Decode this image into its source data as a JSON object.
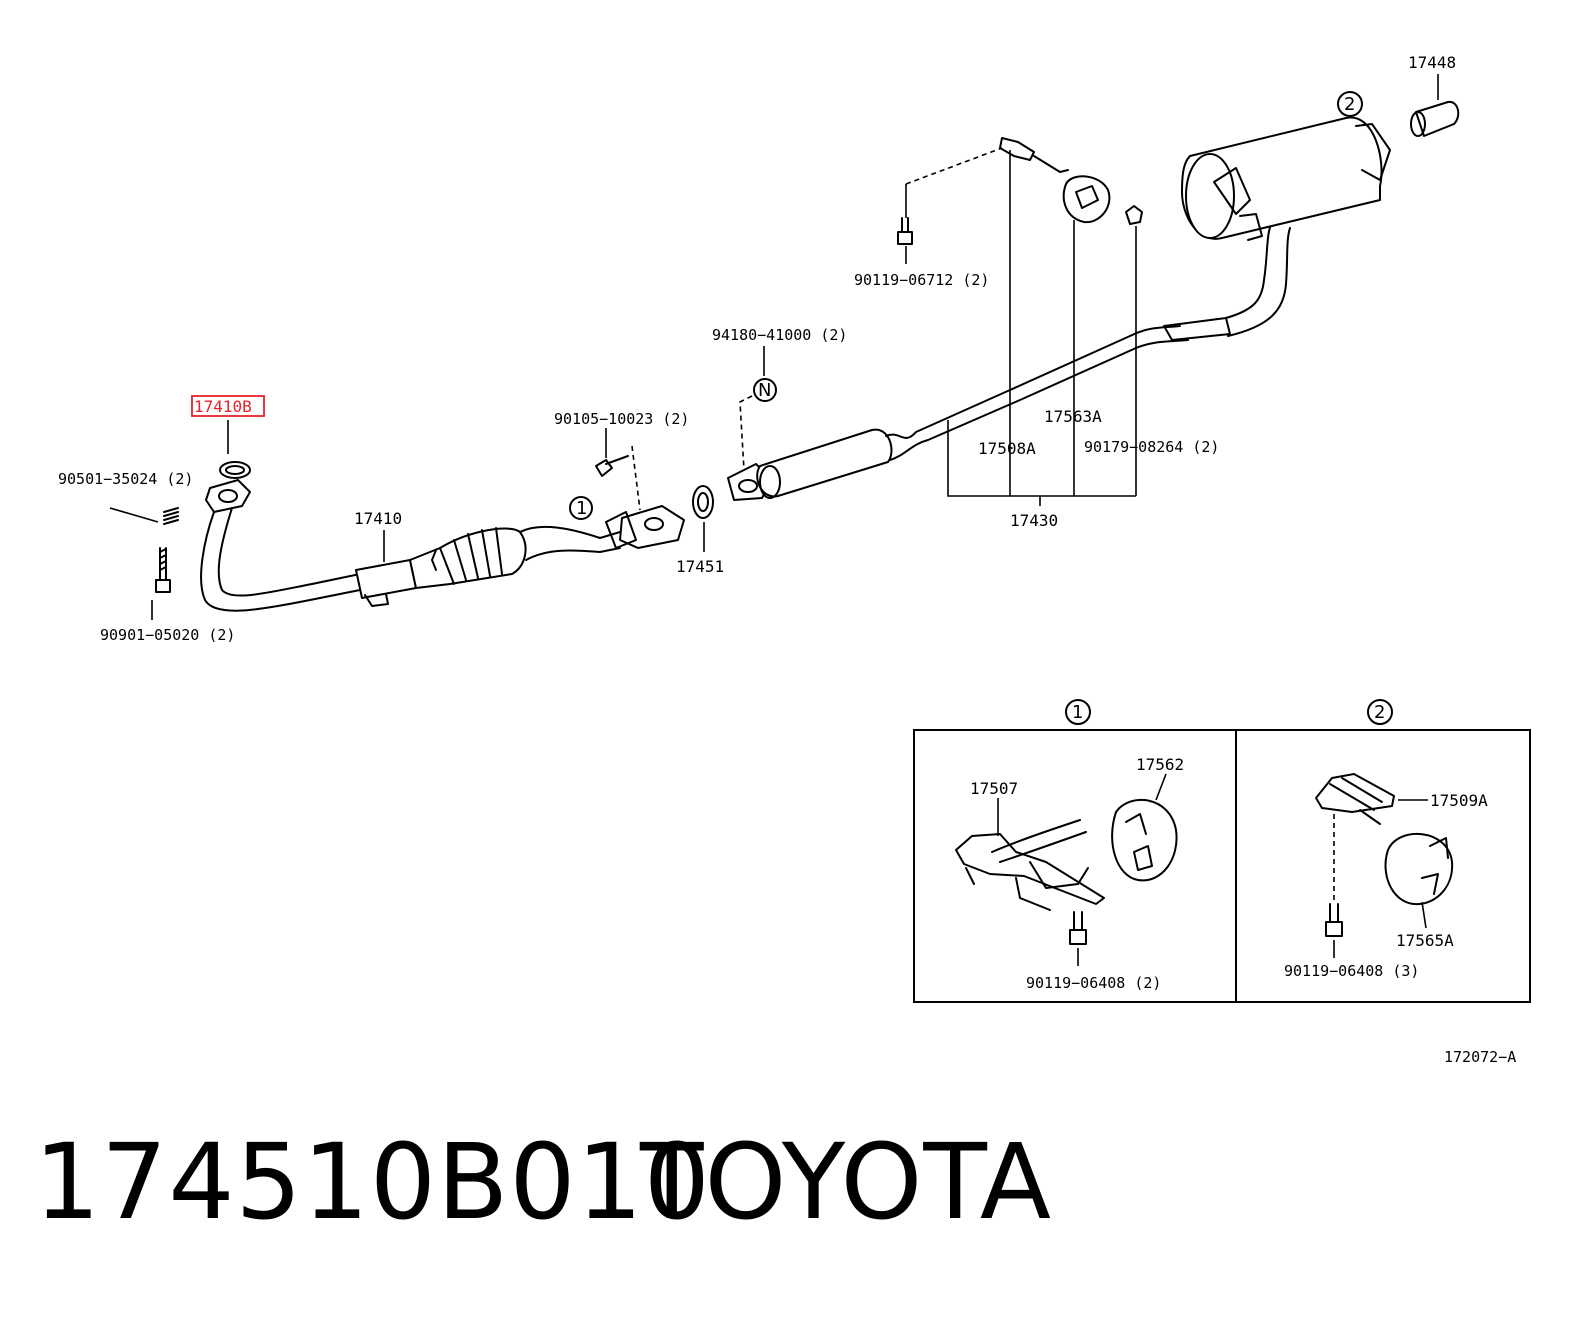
{
  "labels": {
    "p17448": "17448",
    "p90119_06712": "90119−06712 (2)",
    "p94180_41000": "94180−41000 (2)",
    "p17563A": "17563A",
    "p17508A": "17508A",
    "p90179_08264": "90179−08264 (2)",
    "p17410B": "17410B",
    "p90105_10023": "90105−10023 (2)",
    "p90501_35024": "90501−35024 (2)",
    "p17410": "17410",
    "p17451": "17451",
    "p17430": "17430",
    "p90901_05020": "90901−05020 (2)",
    "p17507": "17507",
    "p17562": "17562",
    "p17509A": "17509A",
    "p17565A": "17565A",
    "p90119_06408_2": "90119−06408 (2)",
    "p90119_06408_3": "90119−06408 (3)",
    "ref_code": "172072−A"
  },
  "callouts": {
    "c1": "1",
    "c2": "2",
    "n": "N"
  },
  "footer": {
    "part_number": "174510B010",
    "brand": "TOYOTA"
  },
  "colors": {
    "highlight": "#e8232a",
    "ink": "#000000"
  }
}
